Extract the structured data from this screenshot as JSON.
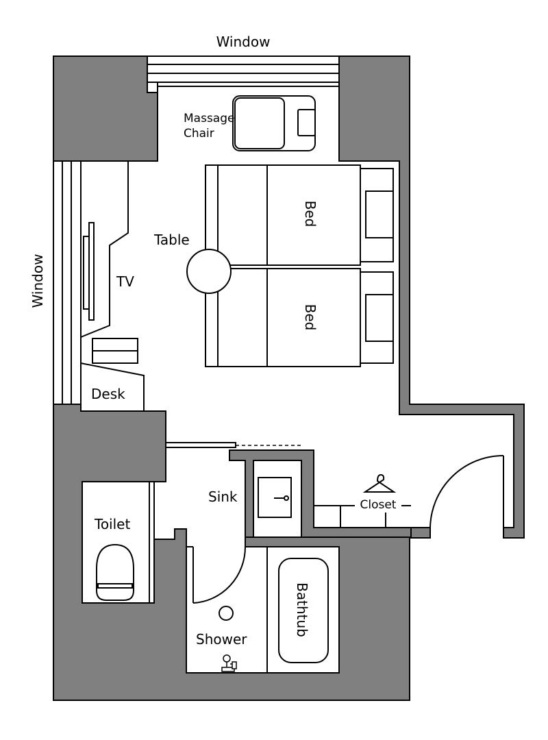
{
  "colors": {
    "wall": "#808080",
    "outline": "#000000",
    "floor": "#ffffff"
  },
  "labels": {
    "window_top": "Window",
    "window_left": "Window",
    "massage_chair_line1": "Massage",
    "massage_chair_line2": "Chair",
    "bed_upper": "Bed",
    "bed_lower": "Bed",
    "table": "Table",
    "tv": "TV",
    "desk": "Desk",
    "sink": "Sink",
    "closet": "Closet",
    "toilet": "Toilet",
    "bathtub": "Bathtub",
    "shower": "Shower"
  },
  "icons": {
    "closet": "hanger-icon",
    "shower": "faucet-icon"
  }
}
